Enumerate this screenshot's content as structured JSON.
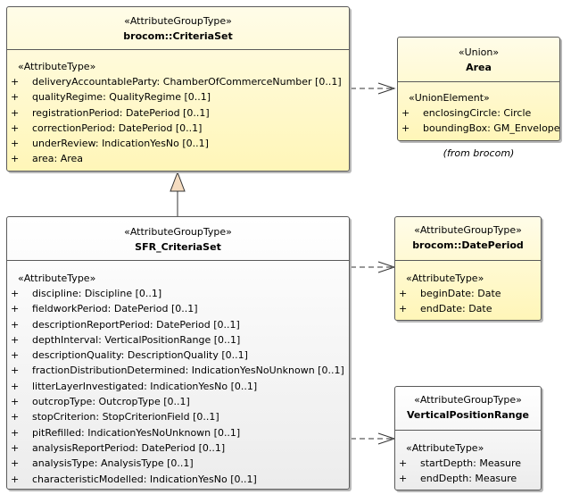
{
  "criteria_set": {
    "stereotype": "«AttributeGroupType»",
    "name": "brocom::CriteriaSet",
    "attr_stereotype": "«AttributeType»",
    "attributes": [
      {
        "vis": "+",
        "text": "deliveryAccountableParty: ChamberOfCommerceNumber [0..1]"
      },
      {
        "vis": "+",
        "text": "qualityRegime: QualityRegime [0..1]"
      },
      {
        "vis": "+",
        "text": "registrationPeriod: DatePeriod [0..1]"
      },
      {
        "vis": "+",
        "text": "correctionPeriod: DatePeriod [0..1]"
      },
      {
        "vis": "+",
        "text": "underReview: IndicationYesNo [0..1]"
      },
      {
        "vis": "+",
        "text": "area: Area"
      }
    ]
  },
  "area": {
    "stereotype": "«Union»",
    "name": "Area",
    "attr_stereotype": "«UnionElement»",
    "attributes": [
      {
        "vis": "+",
        "text": "enclosingCircle: Circle"
      },
      {
        "vis": "+",
        "text": "boundingBox: GM_Envelope"
      }
    ],
    "from": "(from brocom)"
  },
  "sfr_criteria_set": {
    "stereotype": "«AttributeGroupType»",
    "name": "SFR_CriteriaSet",
    "attr_stereotype": "«AttributeType»",
    "attributes": [
      {
        "vis": "+",
        "text": "discipline: Discipline [0..1]"
      },
      {
        "vis": "+",
        "text": "fieldworkPeriod: DatePeriod [0..1]"
      },
      {
        "vis": "+",
        "text": "descriptionReportPeriod: DatePeriod [0..1]"
      },
      {
        "vis": "+",
        "text": "depthInterval: VerticalPositionRange [0..1]"
      },
      {
        "vis": "+",
        "text": "descriptionQuality: DescriptionQuality [0..1]"
      },
      {
        "vis": "+",
        "text": "fractionDistributionDetermined: IndicationYesNoUnknown [0..1]"
      },
      {
        "vis": "+",
        "text": "litterLayerInvestigated: IndicationYesNo [0..1]"
      },
      {
        "vis": "+",
        "text": "outcropType: OutcropType [0..1]"
      },
      {
        "vis": "+",
        "text": "stopCriterion: StopCriterionField [0..1]"
      },
      {
        "vis": "+",
        "text": "pitRefilled: IndicationYesNoUnknown [0..1]"
      },
      {
        "vis": "+",
        "text": "analysisReportPeriod: DatePeriod [0..1]"
      },
      {
        "vis": "+",
        "text": "analysisType: AnalysisType [0..1]"
      },
      {
        "vis": "+",
        "text": "characteristicModelled: IndicationYesNo [0..1]"
      }
    ]
  },
  "date_period": {
    "stereotype": "«AttributeGroupType»",
    "name": "brocom::DatePeriod",
    "attr_stereotype": "«AttributeType»",
    "attributes": [
      {
        "vis": "+",
        "text": "beginDate: Date"
      },
      {
        "vis": "+",
        "text": "endDate: Date"
      }
    ]
  },
  "vertical_position_range": {
    "stereotype": "«AttributeGroupType»",
    "name": "VerticalPositionRange",
    "attr_stereotype": "«AttributeType»",
    "attributes": [
      {
        "vis": "+",
        "text": "startDepth: Measure"
      },
      {
        "vis": "+",
        "text": "endDepth: Measure"
      }
    ]
  },
  "colors": {
    "abstract_fill": "#fff6b8",
    "concrete_fill": "#ececec",
    "border": "#5a5a5a",
    "generalization_fill": "#f5dcc0"
  }
}
